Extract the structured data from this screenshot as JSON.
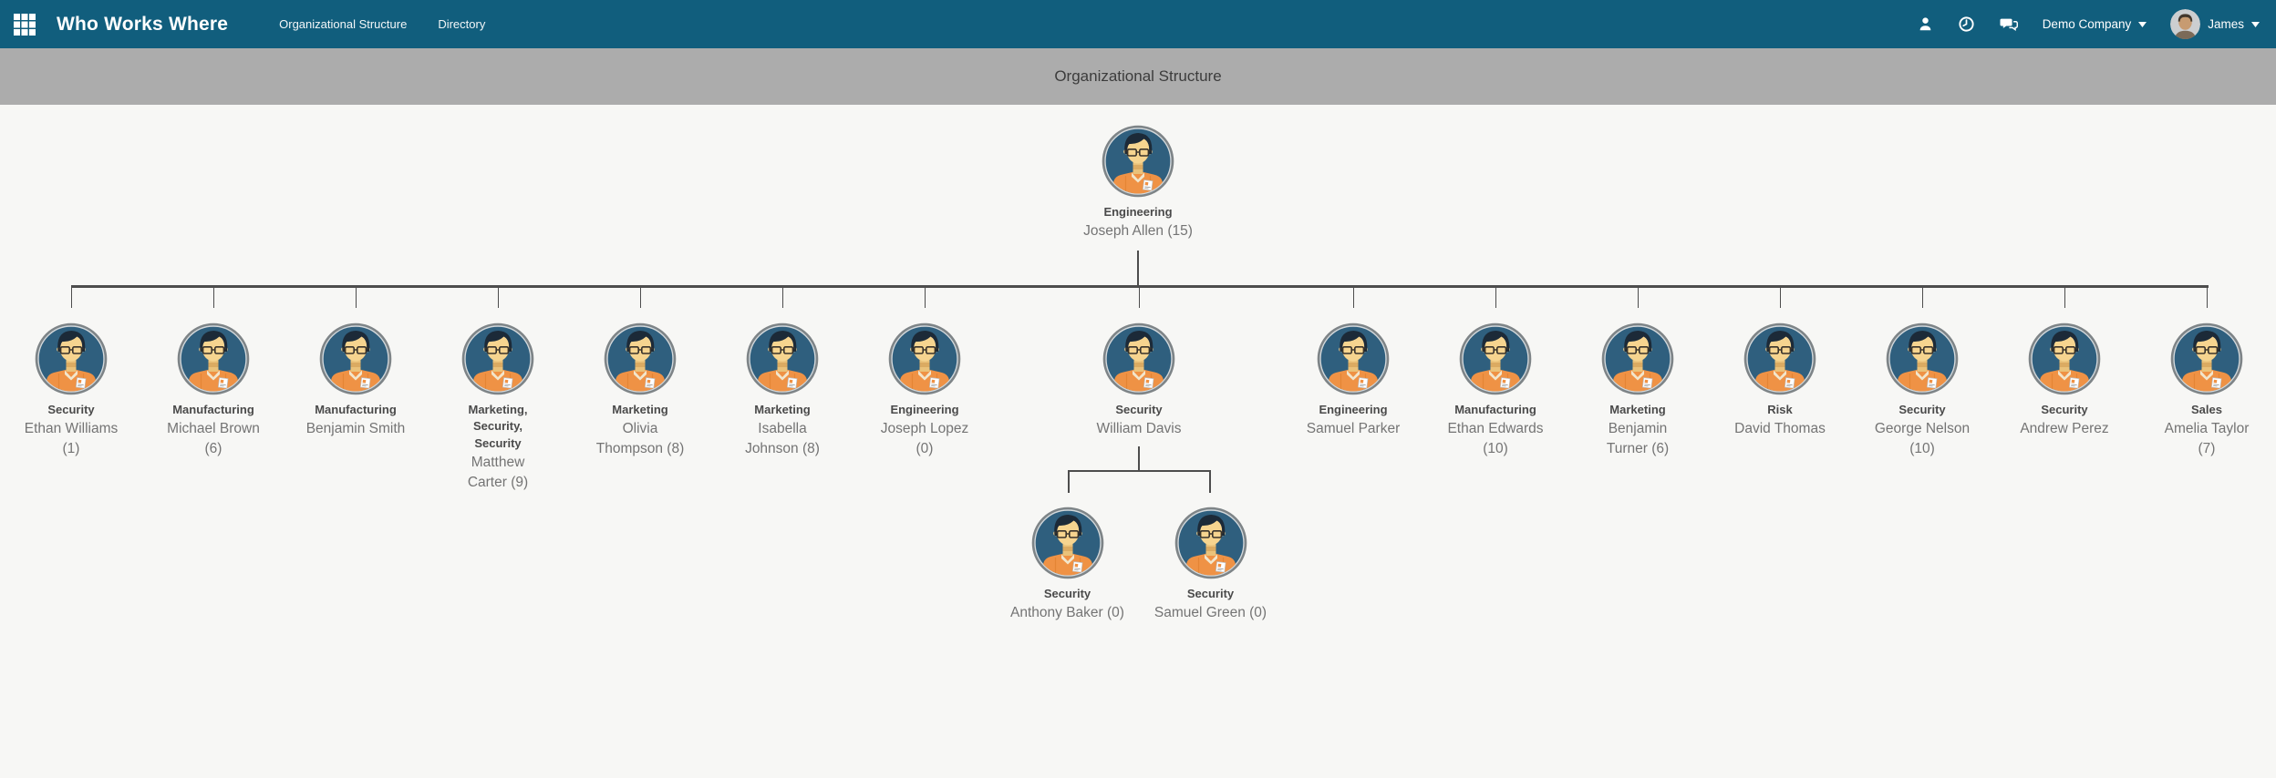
{
  "navbar": {
    "brand": "Who Works Where",
    "menu": [
      {
        "label": "Organizational Structure"
      },
      {
        "label": "Directory"
      }
    ],
    "icons": [
      "apps-grid-icon",
      "contact-icon",
      "clock-icon",
      "messages-icon"
    ],
    "company": "Demo Company",
    "user": "James"
  },
  "header": {
    "title": "Organizational Structure"
  },
  "colors": {
    "navbar_bg": "#115e7d",
    "header_bar_bg": "#acacac",
    "page_bg": "#f7f7f5",
    "connector": "#4d4d4d",
    "avatar_circle": "#2f5f7e",
    "avatar_shirt": "#ef9245",
    "department_text": "#4a4a4a",
    "name_text": "#747474"
  },
  "org": {
    "root": {
      "department": "Engineering",
      "name": "Joseph Allen (15)"
    },
    "children": [
      {
        "department": "Security",
        "name": "Ethan Williams (1)"
      },
      {
        "department": "Manufacturing",
        "name": "Michael Brown (6)"
      },
      {
        "department": "Manufacturing",
        "name": "Benjamin Smith"
      },
      {
        "department": "Marketing, Security, Security",
        "name": "Matthew Carter (9)"
      },
      {
        "department": "Marketing",
        "name": "Olivia Thompson (8)"
      },
      {
        "department": "Marketing",
        "name": "Isabella Johnson (8)"
      },
      {
        "department": "Engineering",
        "name": "Joseph Lopez (0)"
      },
      {
        "department": "Security",
        "name": "William Davis",
        "children": [
          {
            "department": "Security",
            "name": "Anthony Baker (0)"
          },
          {
            "department": "Security",
            "name": "Samuel Green (0)"
          }
        ]
      },
      {
        "department": "Engineering",
        "name": "Samuel Parker"
      },
      {
        "department": "Manufacturing",
        "name": "Ethan Edwards (10)"
      },
      {
        "department": "Marketing",
        "name": "Benjamin Turner (6)"
      },
      {
        "department": "Risk",
        "name": "David Thomas"
      },
      {
        "department": "Security",
        "name": "George Nelson (10)"
      },
      {
        "department": "Security",
        "name": "Andrew Perez"
      },
      {
        "department": "Sales",
        "name": "Amelia Taylor (7)"
      }
    ]
  }
}
